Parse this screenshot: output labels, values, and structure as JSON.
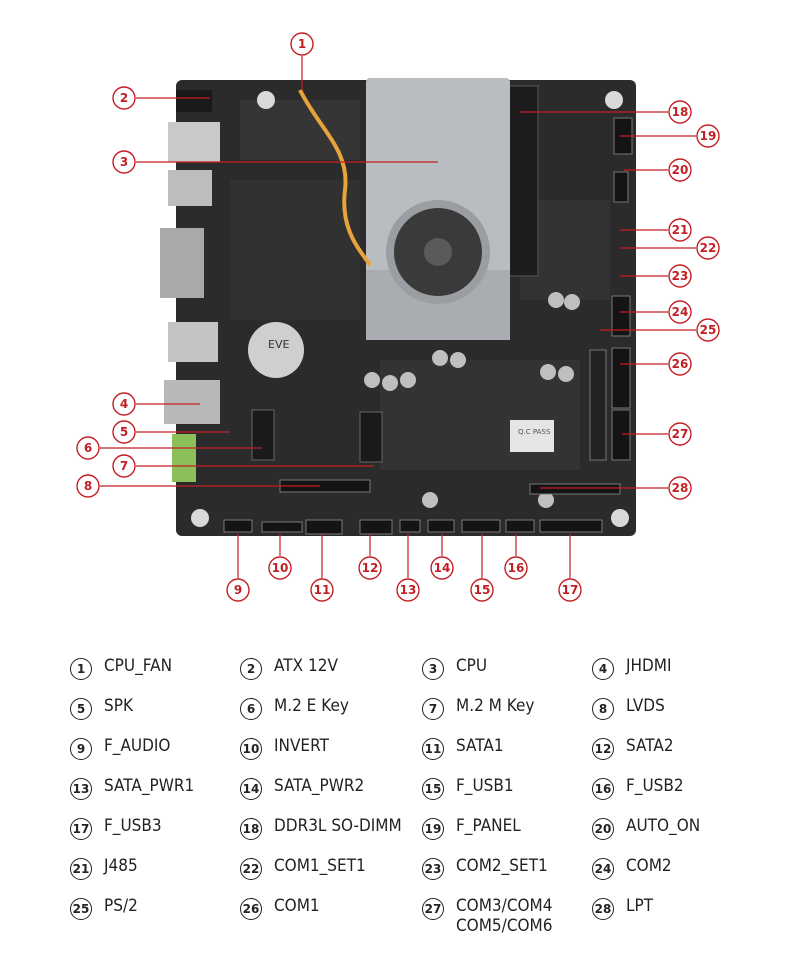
{
  "callout_color": "#c21f24",
  "board_color": "#2b2b2b",
  "heatsink_color": "#b9bcc1",
  "legend": [
    {
      "num": "1",
      "label": "CPU_FAN"
    },
    {
      "num": "2",
      "label": "ATX 12V"
    },
    {
      "num": "3",
      "label": "CPU"
    },
    {
      "num": "4",
      "label": "JHDMI"
    },
    {
      "num": "5",
      "label": "SPK"
    },
    {
      "num": "6",
      "label": "M.2 E Key"
    },
    {
      "num": "7",
      "label": "M.2 M Key"
    },
    {
      "num": "8",
      "label": "LVDS"
    },
    {
      "num": "9",
      "label": "F_AUDIO"
    },
    {
      "num": "10",
      "label": "INVERT"
    },
    {
      "num": "11",
      "label": "SATA1"
    },
    {
      "num": "12",
      "label": "SATA2"
    },
    {
      "num": "13",
      "label": "SATA_PWR1"
    },
    {
      "num": "14",
      "label": "SATA_PWR2"
    },
    {
      "num": "15",
      "label": "F_USB1"
    },
    {
      "num": "16",
      "label": "F_USB2"
    },
    {
      "num": "17",
      "label": "F_USB3"
    },
    {
      "num": "18",
      "label": "DDR3L SO-DIMM"
    },
    {
      "num": "19",
      "label": "F_PANEL"
    },
    {
      "num": "20",
      "label": "AUTO_ON"
    },
    {
      "num": "21",
      "label": "J485"
    },
    {
      "num": "22",
      "label": "COM1_SET1"
    },
    {
      "num": "23",
      "label": "COM2_SET1"
    },
    {
      "num": "24",
      "label": "COM2"
    },
    {
      "num": "25",
      "label": "PS/2"
    },
    {
      "num": "26",
      "label": "COM1"
    },
    {
      "num": "27",
      "label": "COM3/COM4\nCOM5/COM6"
    },
    {
      "num": "28",
      "label": "LPT"
    }
  ],
  "board_text": {
    "battery": "EVE",
    "qc_sticker": "Q.C\nPASS"
  }
}
